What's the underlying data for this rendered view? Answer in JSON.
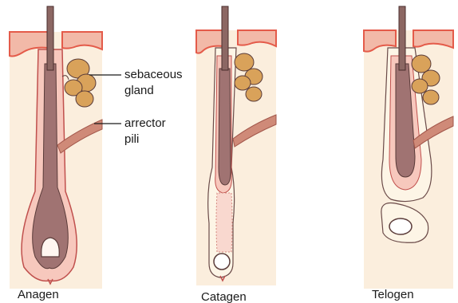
{
  "labels": {
    "sebaceous_1": "sebaceous",
    "sebaceous_2": "gland",
    "arrector_1": "arrector",
    "arrector_2": "pili"
  },
  "stages": {
    "anagen": "Anagen",
    "catagen": "Catagen",
    "telogen": "Telogen"
  },
  "colors": {
    "skin": "#fbeedd",
    "epidermis": "#f2b9a8",
    "dermis_edge": "#e45b4a",
    "sheath_pink": "#f7c8bd",
    "bulb": "#a07372",
    "shaft": "#8c6763",
    "gland": "#d9a25a",
    "muscle": "#cf8a78",
    "papilla": "#fff6f0"
  }
}
